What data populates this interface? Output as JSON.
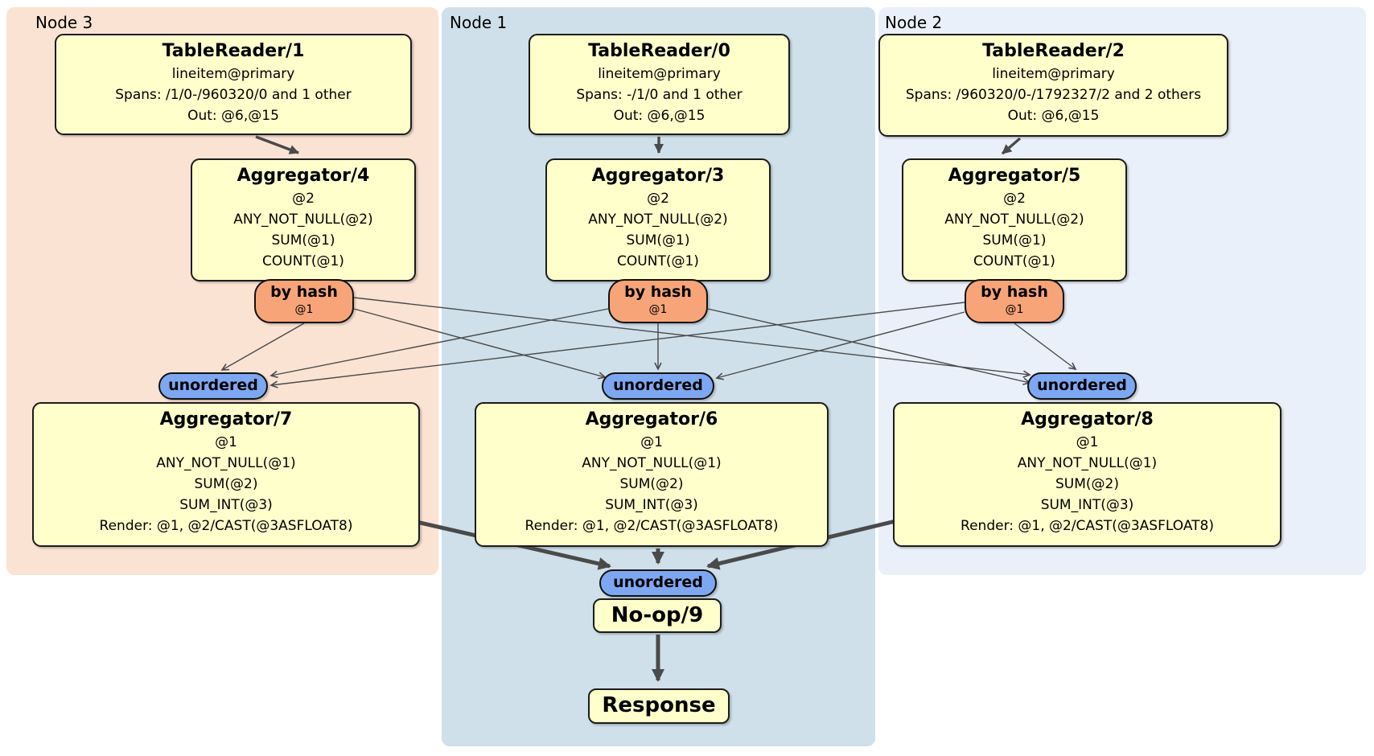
{
  "colors": {
    "node3_bg": "#fbe3d3",
    "node1_bg": "#cfe0ea",
    "node2_bg": "#eaf0f9",
    "box_bg": "#ffffcc",
    "router_bg": "#f7a478",
    "sync_bg": "#7da7f1",
    "edge": "#4a4a4a"
  },
  "regions": {
    "node3": {
      "label": "Node 3"
    },
    "node1": {
      "label": "Node 1"
    },
    "node2": {
      "label": "Node 2"
    }
  },
  "processors": {
    "tablereader1": {
      "title": "TableReader/1",
      "lines": [
        "lineitem@primary",
        "Spans: /1/0-/960320/0 and 1 other",
        "Out: @6,@15"
      ]
    },
    "tablereader0": {
      "title": "TableReader/0",
      "lines": [
        "lineitem@primary",
        "Spans: -/1/0 and 1 other",
        "Out: @6,@15"
      ]
    },
    "tablereader2": {
      "title": "TableReader/2",
      "lines": [
        "lineitem@primary",
        "Spans: /960320/0-/1792327/2 and 2 others",
        "Out: @6,@15"
      ]
    },
    "aggregator4": {
      "title": "Aggregator/4",
      "lines": [
        "@2",
        "ANY_NOT_NULL(@2)",
        "SUM(@1)",
        "COUNT(@1)"
      ]
    },
    "aggregator3": {
      "title": "Aggregator/3",
      "lines": [
        "@2",
        "ANY_NOT_NULL(@2)",
        "SUM(@1)",
        "COUNT(@1)"
      ]
    },
    "aggregator5": {
      "title": "Aggregator/5",
      "lines": [
        "@2",
        "ANY_NOT_NULL(@2)",
        "SUM(@1)",
        "COUNT(@1)"
      ]
    },
    "aggregator7": {
      "title": "Aggregator/7",
      "lines": [
        "@1",
        "ANY_NOT_NULL(@1)",
        "SUM(@2)",
        "SUM_INT(@3)",
        "Render: @1, @2/CAST(@3ASFLOAT8)"
      ]
    },
    "aggregator6": {
      "title": "Aggregator/6",
      "lines": [
        "@1",
        "ANY_NOT_NULL(@1)",
        "SUM(@2)",
        "SUM_INT(@3)",
        "Render: @1, @2/CAST(@3ASFLOAT8)"
      ]
    },
    "aggregator8": {
      "title": "Aggregator/8",
      "lines": [
        "@1",
        "ANY_NOT_NULL(@1)",
        "SUM(@2)",
        "SUM_INT(@3)",
        "Render: @1, @2/CAST(@3ASFLOAT8)"
      ]
    },
    "noop": {
      "title": "No-op/9"
    },
    "response": {
      "title": "Response"
    }
  },
  "router": {
    "label": "by hash",
    "detail": "@1"
  },
  "synchronizer": {
    "label": "unordered"
  }
}
